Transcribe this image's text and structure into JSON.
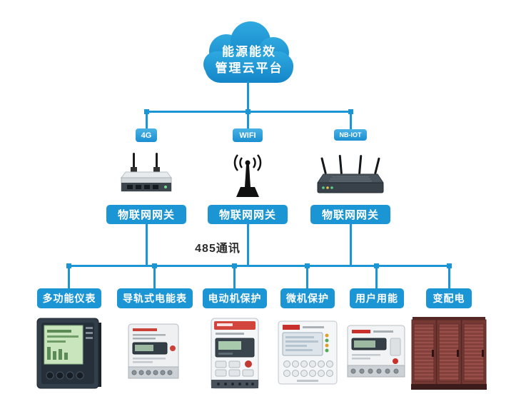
{
  "diagram": {
    "cloud": {
      "line1": "能源能效",
      "line2": "管理云平台"
    },
    "gateways": [
      {
        "badge": "4G",
        "label": "物联网网关",
        "device_icon": "4g-router-icon"
      },
      {
        "badge": "WIFI",
        "label": "物联网网关",
        "device_icon": "wifi-antenna-icon"
      },
      {
        "badge": "NB-IOT",
        "label": "物联网网关",
        "device_icon": "nb-iot-router-icon"
      }
    ],
    "bus_label": "485通讯",
    "terminals": [
      {
        "label": "多功能仪表",
        "device_icon": "multifunction-meter-icon"
      },
      {
        "label": "导轨式电能表",
        "device_icon": "din-rail-energy-meter-icon"
      },
      {
        "label": "电动机保护",
        "device_icon": "motor-protection-icon"
      },
      {
        "label": "微机保护",
        "device_icon": "microcomputer-protection-icon"
      },
      {
        "label": "用户用能",
        "device_icon": "user-energy-meter-icon"
      },
      {
        "label": "变配电",
        "device_icon": "power-distribution-cabinet-icon"
      }
    ],
    "colors": {
      "line_blue": "#1c95d4",
      "cloud_blue_top": "#2fa9e0",
      "cloud_blue_bottom": "#1385c8",
      "pill_blue": "#1c95d4",
      "bus_label_text": "#2b2b2b"
    }
  }
}
